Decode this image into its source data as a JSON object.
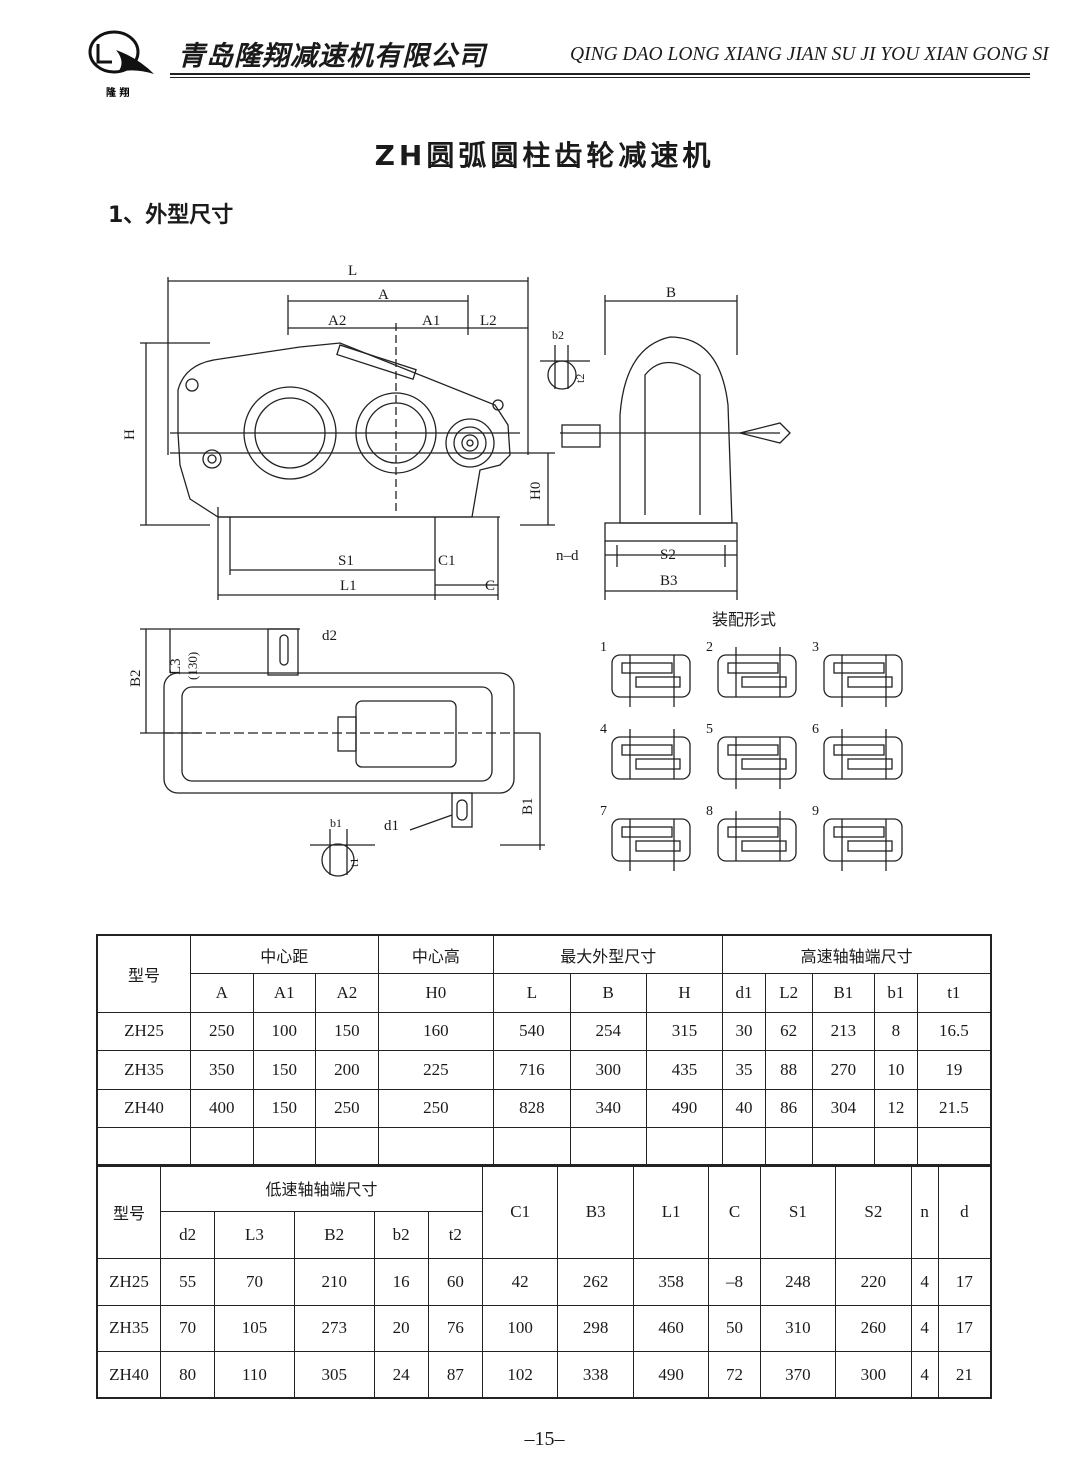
{
  "header": {
    "logo_text": "隆 翔",
    "company_cn": "青岛隆翔减速机有限公司",
    "company_en": "QING DAO LONG XIANG JIAN SU JI YOU XIAN GONG SI"
  },
  "title": "ZH圆弧圆柱齿轮减速机",
  "section": "1、外型尺寸",
  "drawing": {
    "labels": {
      "L": "L",
      "A": "A",
      "A2": "A2",
      "A1": "A1",
      "L2": "L2",
      "H": "H",
      "H0": "H0",
      "S1": "S1",
      "C1": "C1",
      "L1": "L1",
      "C": "C",
      "B": "B",
      "b2": "b2",
      "t2": "t2",
      "nd": "n–d",
      "S2": "S2",
      "B3": "B3",
      "L3": "L3",
      "L3_val": "(130)",
      "d2": "d2",
      "B2": "B2",
      "B1": "B1",
      "d1": "d1",
      "b1": "b1",
      "t1": "t1"
    },
    "assembly_title": "装配形式",
    "assembly_numbers": [
      "1",
      "2",
      "3",
      "4",
      "5",
      "6",
      "7",
      "8",
      "9"
    ]
  },
  "table1": {
    "model_header": "型号",
    "group_headers": [
      "中心距",
      "中心高",
      "最大外型尺寸",
      "高速轴轴端尺寸"
    ],
    "columns": [
      "A",
      "A1",
      "A2",
      "H0",
      "L",
      "B",
      "H",
      "d1",
      "L2",
      "B1",
      "b1",
      "t1"
    ],
    "rows": [
      [
        "ZH25",
        "250",
        "100",
        "150",
        "160",
        "540",
        "254",
        "315",
        "30",
        "62",
        "213",
        "8",
        "16.5"
      ],
      [
        "ZH35",
        "350",
        "150",
        "200",
        "225",
        "716",
        "300",
        "435",
        "35",
        "88",
        "270",
        "10",
        "19"
      ],
      [
        "ZH40",
        "400",
        "150",
        "250",
        "250",
        "828",
        "340",
        "490",
        "40",
        "86",
        "304",
        "12",
        "21.5"
      ]
    ]
  },
  "table2": {
    "model_header": "型号",
    "group_header": "低速轴轴端尺寸",
    "sub_columns": [
      "d2",
      "L3",
      "B2",
      "b2",
      "t2"
    ],
    "columns": [
      "C1",
      "B3",
      "L1",
      "C",
      "S1",
      "S2",
      "n",
      "d"
    ],
    "rows": [
      [
        "ZH25",
        "55",
        "70",
        "210",
        "16",
        "60",
        "42",
        "262",
        "358",
        "–8",
        "248",
        "220",
        "4",
        "17"
      ],
      [
        "ZH35",
        "70",
        "105",
        "273",
        "20",
        "76",
        "100",
        "298",
        "460",
        "50",
        "310",
        "260",
        "4",
        "17"
      ],
      [
        "ZH40",
        "80",
        "110",
        "305",
        "24",
        "87",
        "102",
        "338",
        "490",
        "72",
        "370",
        "300",
        "4",
        "21"
      ]
    ]
  },
  "page_number": "–15–"
}
